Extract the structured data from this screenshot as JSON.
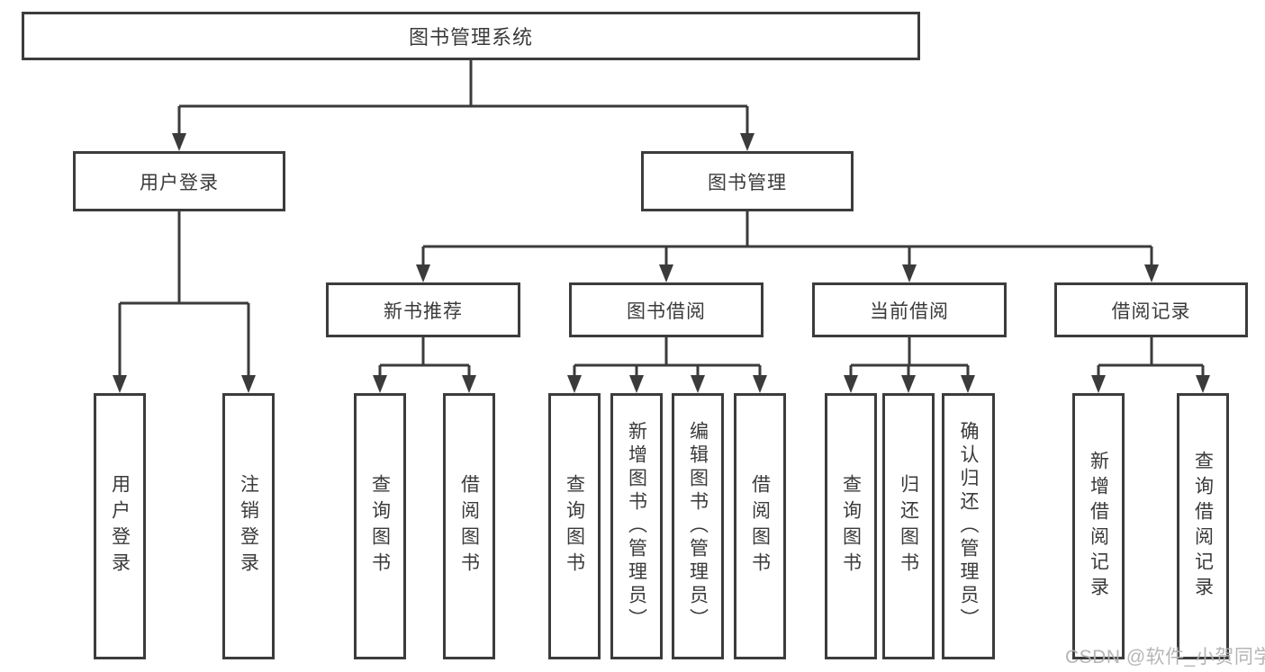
{
  "nodes": {
    "root": "图书管理系统",
    "level2": {
      "user_login": "用户登录",
      "book_management": "图书管理"
    },
    "level3": {
      "new_books": "新书推荐",
      "book_borrow": "图书借阅",
      "current_borrow": "当前借阅",
      "borrow_records": "借阅记录"
    },
    "level4": {
      "user_login": [
        "用户登录",
        "注销登录"
      ],
      "new_books": [
        "查询图书",
        "借阅图书"
      ],
      "book_borrow": [
        "查询图书",
        "新增图书（管理员）",
        "编辑图书（管理员）",
        "借阅图书"
      ],
      "current_borrow": [
        "查询图书",
        "归还图书",
        "确认归还（管理员）"
      ],
      "borrow_records": [
        "新增借阅记录",
        "查询借阅记录"
      ]
    }
  },
  "watermark": {
    "text": "CSDN @软件_小贺同学"
  },
  "colors": {
    "line": "#3b3b3d",
    "text": "#3a3a3c",
    "box_background": "#ffffff",
    "watermark": "#b2b2b2"
  }
}
